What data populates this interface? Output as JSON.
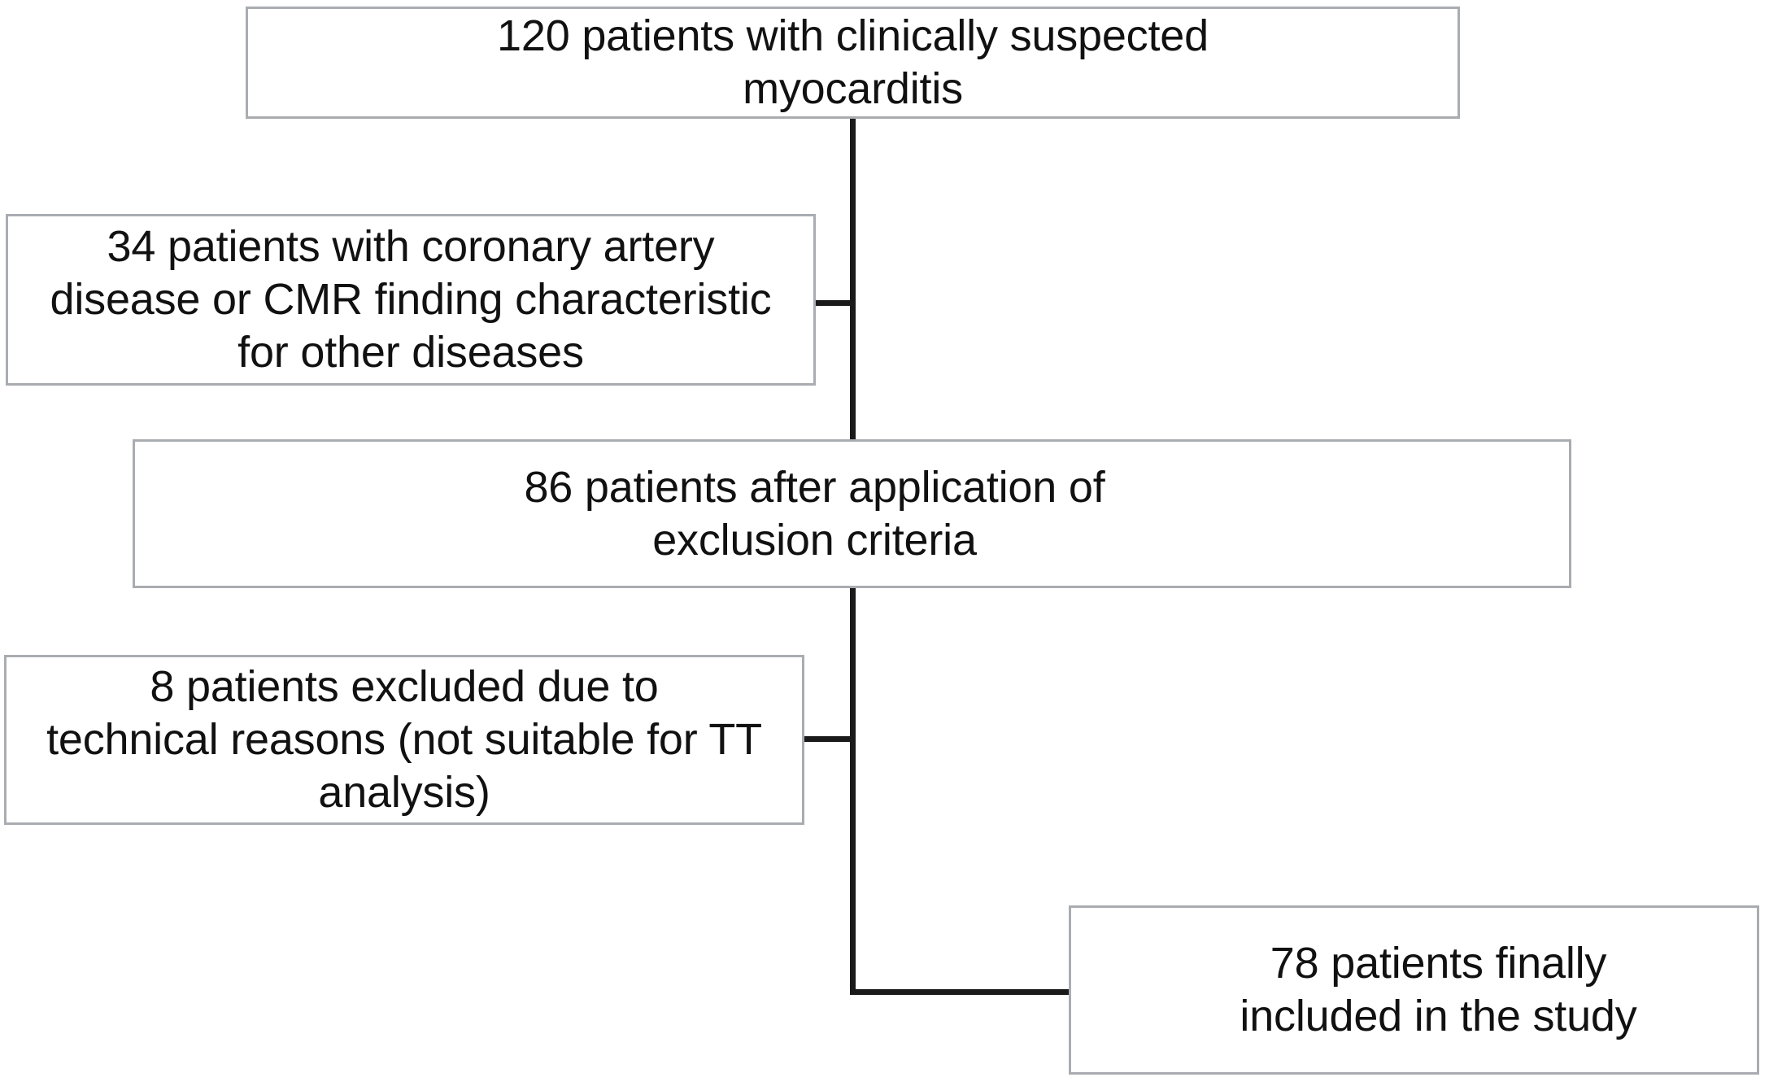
{
  "diagram": {
    "title": "Study enrollment flow diagram",
    "type": "flowchart",
    "orientation": "vertical-spine-with-left-exclusion-branches",
    "colors": {
      "box_border": "#a9acb0",
      "connector": "#1a1a1a",
      "background": "#ffffff",
      "text": "#111111"
    },
    "nodes": [
      {
        "id": "enrolled",
        "role": "start",
        "text": "120 patients with clinically suspected\nmyocarditis",
        "count": 120,
        "label": "120 patients with clinically suspected myocarditis"
      },
      {
        "id": "excluded-cad",
        "role": "exclusion",
        "text": "34 patients with coronary artery\ndisease or CMR finding characteristic\nfor other diseases",
        "count": 34,
        "label": "34 patients with coronary artery disease or CMR finding characteristic for other diseases"
      },
      {
        "id": "after-exclusion",
        "role": "intermediate",
        "text": "86 patients after application of\nexclusion criteria",
        "count": 86,
        "label": "86 patients after application of exclusion criteria"
      },
      {
        "id": "excluded-technical",
        "role": "exclusion",
        "text": "8 patients excluded due to\ntechnical reasons (not suitable for TT\nanalysis)",
        "count": 8,
        "label": "8 patients excluded due to technical reasons (not suitable for TT analysis)"
      },
      {
        "id": "included",
        "role": "end",
        "text": "78 patients finally\nincluded in the study",
        "count": 78,
        "label": "78 patients finally included in the study"
      }
    ],
    "connectors": [
      {
        "id": "spine-main",
        "from": "enrolled",
        "to": "included",
        "kind": "vertical"
      },
      {
        "id": "stub-cad",
        "from": "spine-main",
        "to": "excluded-cad",
        "kind": "horizontal"
      },
      {
        "id": "stub-tech",
        "from": "spine-main",
        "to": "excluded-technical",
        "kind": "horizontal"
      },
      {
        "id": "elbow-bottom",
        "from": "spine-main",
        "to": "included",
        "kind": "horizontal"
      }
    ]
  }
}
